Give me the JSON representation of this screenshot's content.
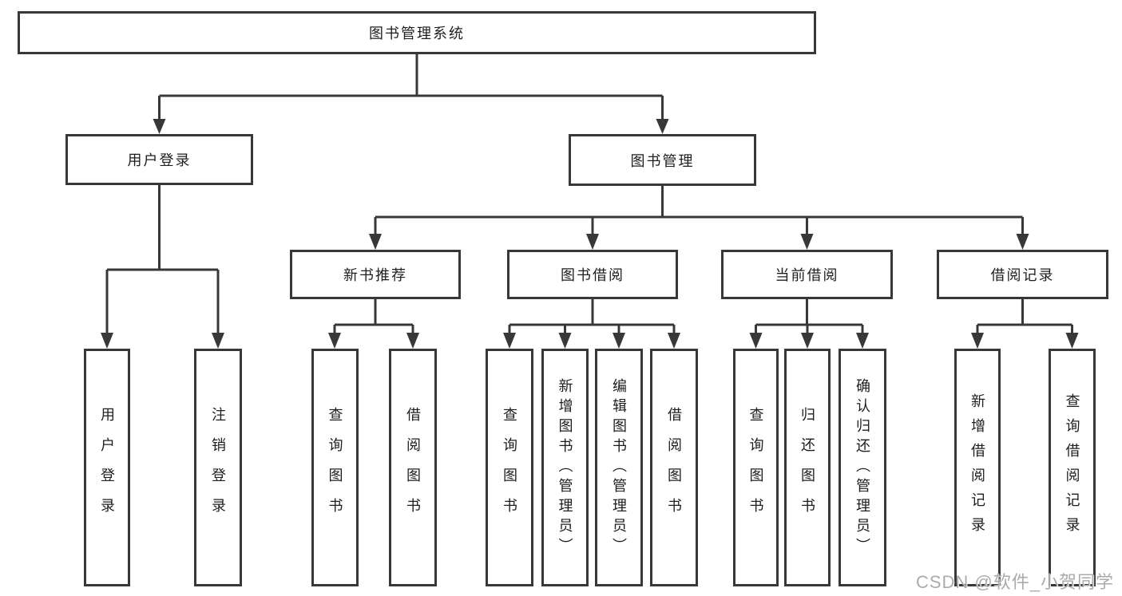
{
  "tree": {
    "root": {
      "label": "图书管理系统"
    },
    "user_login": {
      "label": "用户登录",
      "children": [
        {
          "label": "用户登录"
        },
        {
          "label": "注销登录"
        }
      ]
    },
    "book_mgmt": {
      "label": "图书管理",
      "sections": [
        {
          "label": "新书推荐",
          "children": [
            {
              "label": "查询图书"
            },
            {
              "label": "借阅图书"
            }
          ]
        },
        {
          "label": "图书借阅",
          "children": [
            {
              "label": "查询图书"
            },
            {
              "label": "新增图书（管理员）"
            },
            {
              "label": "编辑图书（管理员）"
            },
            {
              "label": "借阅图书"
            }
          ]
        },
        {
          "label": "当前借阅",
          "children": [
            {
              "label": "查询图书"
            },
            {
              "label": "归还图书"
            },
            {
              "label": "确认归还（管理员）"
            }
          ]
        },
        {
          "label": "借阅记录",
          "children": [
            {
              "label": "新增借阅记录"
            },
            {
              "label": "查询借阅记录"
            }
          ]
        }
      ]
    }
  },
  "watermark": {
    "text": "CSDN @软件_小贺同学"
  },
  "colors": {
    "line": "#383838",
    "box_border": "#383838",
    "text": "#1e1e1e",
    "watermark": "#ababab",
    "background": "#ffffff"
  }
}
